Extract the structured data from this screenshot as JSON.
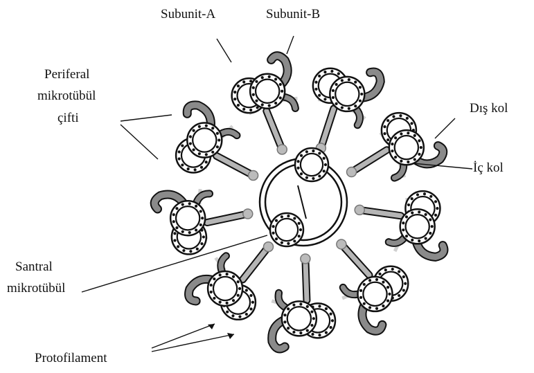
{
  "labels": {
    "subunit_a": "Subunit-A",
    "subunit_b": "Subunit-B",
    "peripheral_1": "Periferal",
    "peripheral_2": "mikrotübül",
    "peripheral_3": "çifti",
    "outer_arm": "Dış kol",
    "inner_arm": "İç kol",
    "central_1": "Santral",
    "central_2": "mikrotübül",
    "protofilament": "Protofilament"
  },
  "colors": {
    "ink": "#111111",
    "arm_fill": "#8a8a8a",
    "spoke_fill": "#b5b5b5",
    "link_fill": "#d0d0d0"
  }
}
